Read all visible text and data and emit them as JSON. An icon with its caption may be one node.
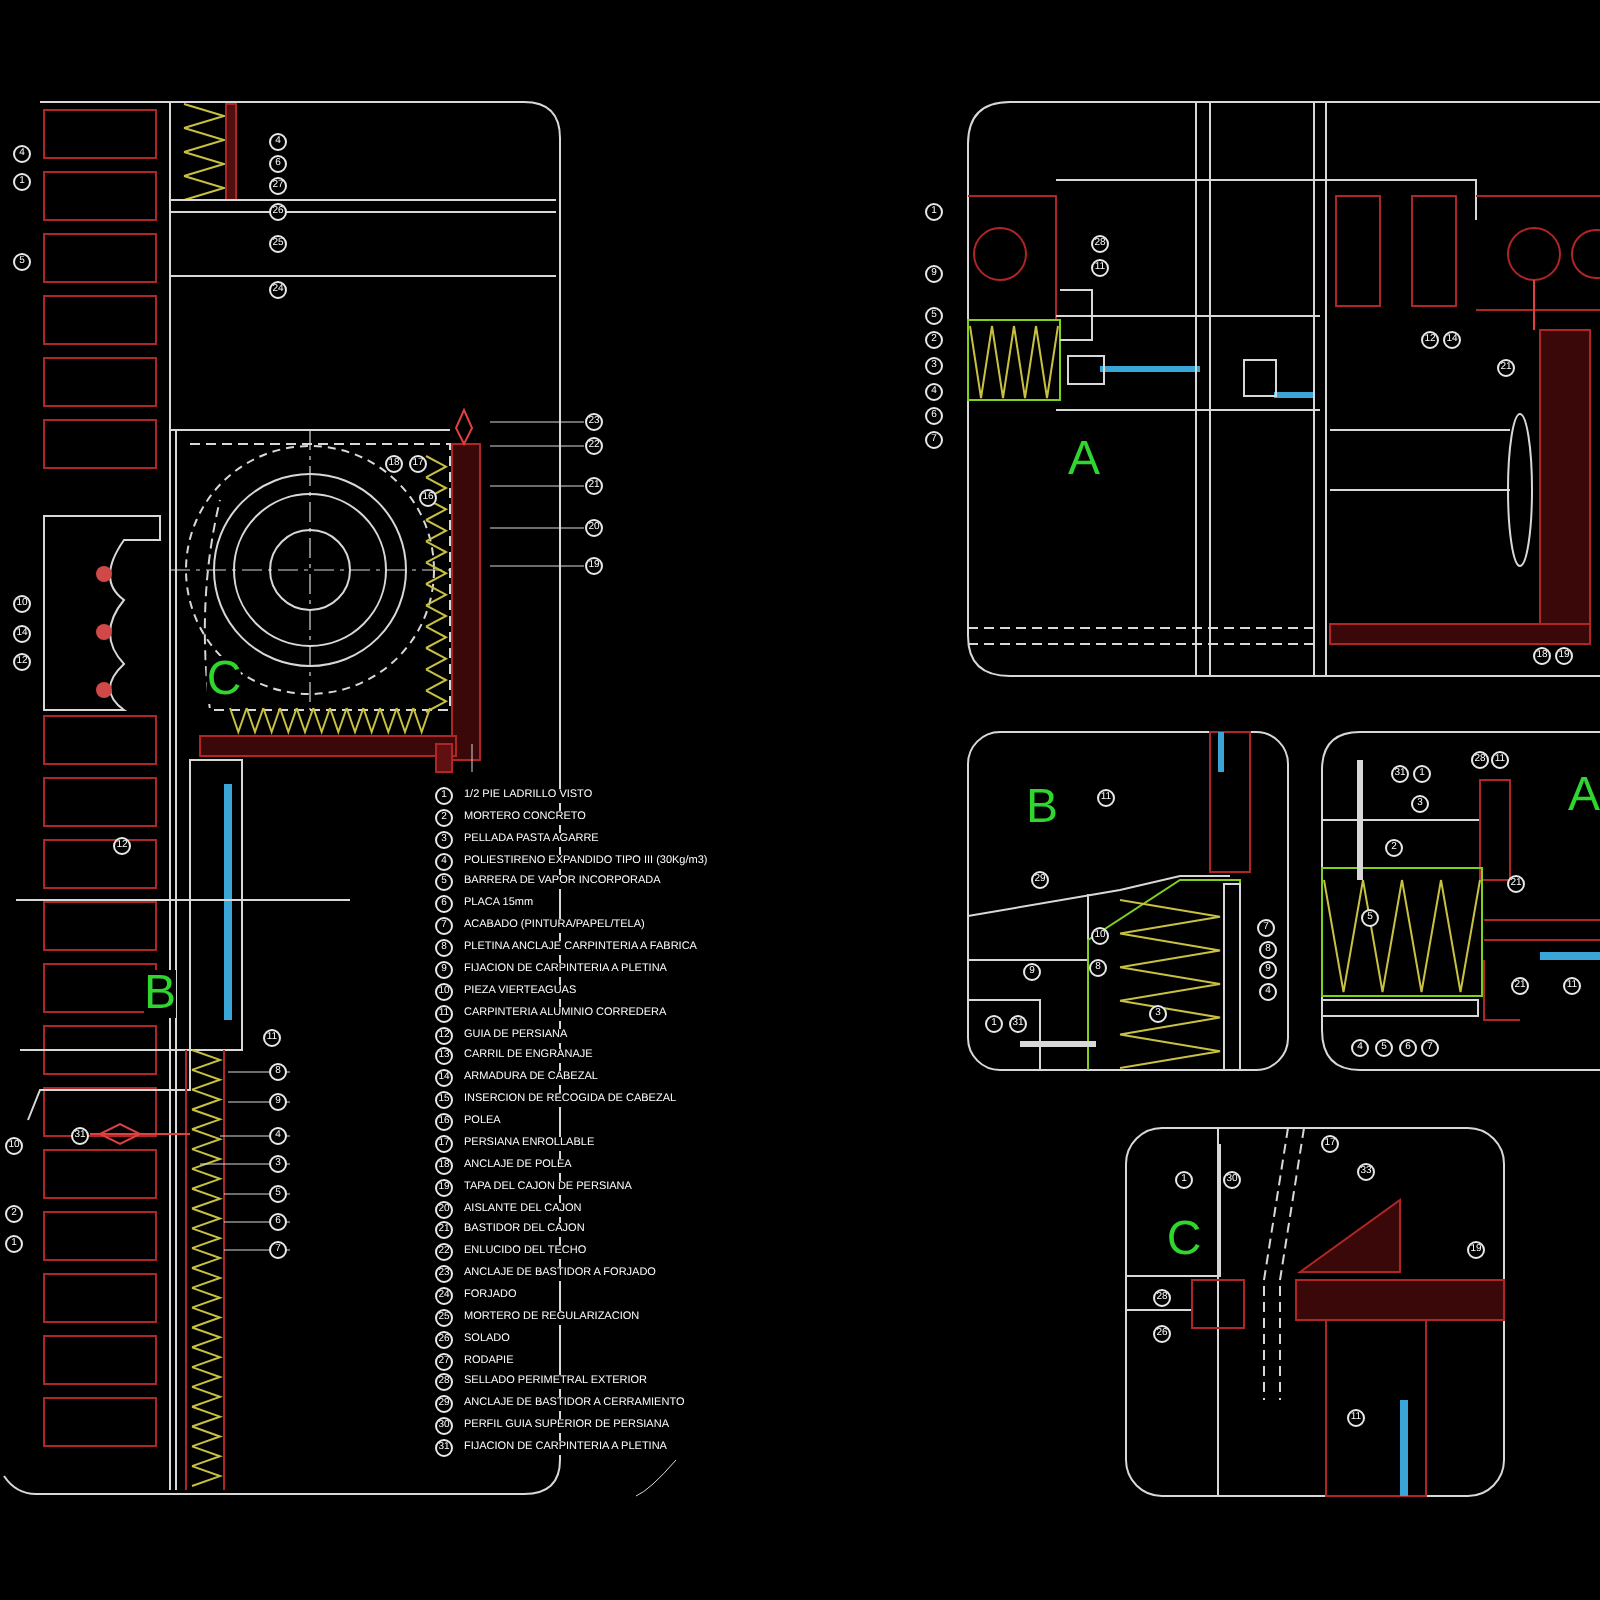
{
  "diagram": {
    "labels": [
      "4",
      "1",
      "5",
      "4",
      "6",
      "27",
      "26",
      "25",
      "24",
      "18",
      "17",
      "16",
      "23",
      "22",
      "21",
      "20",
      "19",
      "10",
      "14",
      "12",
      "C",
      "12",
      "B",
      "11",
      "8",
      "9",
      "4",
      "3",
      "5",
      "6",
      "7",
      "10",
      "31",
      "2",
      "1",
      "1",
      "9",
      "5",
      "2",
      "3",
      "4",
      "6",
      "7",
      "28",
      "11",
      "A",
      "12",
      "14",
      "21",
      "18",
      "19",
      "B",
      "11",
      "29",
      "10",
      "9",
      "8",
      "1",
      "31",
      "3",
      "7",
      "8",
      "9",
      "4",
      "31",
      "1",
      "28",
      "11",
      "A",
      "3",
      "2",
      "21",
      "5",
      "21",
      "11",
      "4",
      "5",
      "6",
      "7",
      "1",
      "30",
      "17",
      "33",
      "C",
      "19",
      "28",
      "26",
      "11",
      "1",
      "1/2 PIE LADRILLO VISTO",
      "2",
      "MORTERO CONCRETO",
      "3",
      "PELLADA PASTA AGARRE",
      "4",
      "POLIESTIRENO EXPANDIDO TIPO III (30Kg/m3)",
      "5",
      "BARRERA DE VAPOR INCORPORADA",
      "6",
      "PLACA 15mm",
      "7",
      "ACABADO (PINTURA/PAPEL/TELA)",
      "8",
      "PLETINA ANCLAJE CARPINTERIA A FABRICA",
      "9",
      "FIJACION DE CARPINTERIA A PLETINA",
      "10",
      "PIEZA VIERTEAGUAS",
      "11",
      "CARPINTERIA ALUMINIO CORREDERA",
      "12",
      "GUIA DE PERSIANA",
      "13",
      "CARRIL DE ENGRANAJE",
      "14",
      "ARMADURA DE CABEZAL",
      "15",
      "INSERCION DE RECOGIDA DE CABEZAL",
      "16",
      "POLEA",
      "17",
      "PERSIANA ENROLLABLE",
      "18",
      "ANCLAJE DE POLEA",
      "19",
      "TAPA DEL CAJON DE PERSIANA",
      "20",
      "AISLANTE DEL CAJON",
      "21",
      "BASTIDOR DEL CAJON",
      "22",
      "ENLUCIDO DEL TECHO",
      "23",
      "ANCLAJE DE BASTIDOR A FORJADO",
      "24",
      "FORJADO",
      "25",
      "MORTERO DE REGULARIZACION",
      "26",
      "SOLADO",
      "27",
      "RODAPIE",
      "28",
      "SELLADO PERIMETRAL EXTERIOR",
      "29",
      "ANCLAJE DE BASTIDOR A CERRAMIENTO",
      "30",
      "PERFIL GUIA SUPERIOR DE PERSIANA",
      "31",
      "FIJACION DE CARPINTERIA A PLETINA"
    ]
  }
}
